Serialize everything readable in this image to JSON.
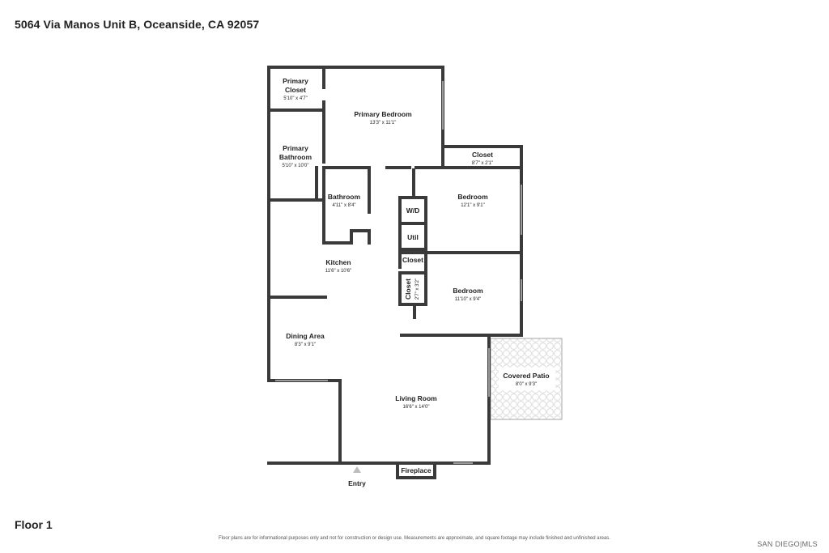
{
  "header": {
    "address": "5064 Via Manos Unit B, Oceanside, CA 92057"
  },
  "footer": {
    "floor_label": "Floor 1",
    "disclaimer": "Floor plans are for informational purposes only and not for construction or design use. Measurements are approximate, and square footage may include finished and unfinished areas.",
    "logo": "SAN DIEGO|MLS"
  },
  "colors": {
    "wall": "#3a3a3a",
    "patio_stroke": "#b5b5b5"
  },
  "rooms": {
    "primary_closet": {
      "name1": "Primary",
      "name2": "Closet",
      "dims": "5'10\" x 4'7\""
    },
    "primary_bedroom": {
      "name": "Primary Bedroom",
      "dims": "13'3\" x 11'1\""
    },
    "primary_bathroom": {
      "name1": "Primary",
      "name2": "Bathroom",
      "dims": "5'10\" x 10'0\""
    },
    "closet_top": {
      "name": "Closet",
      "dims": "8'7\" x 2'1\""
    },
    "bathroom": {
      "name": "Bathroom",
      "dims": "4'11\" x 8'4\""
    },
    "bedroom_upper": {
      "name": "Bedroom",
      "dims": "12'1\" x 9'1\""
    },
    "wd": {
      "name": "W/D"
    },
    "util": {
      "name": "Util"
    },
    "kitchen": {
      "name": "Kitchen",
      "dims": "11'6\" x 10'6\""
    },
    "closet_mid": {
      "name": "Closet"
    },
    "closet_small": {
      "name": "Closet",
      "dims": "2'7\" x 3'2\""
    },
    "bedroom_lower": {
      "name": "Bedroom",
      "dims": "11'10\" x 9'4\""
    },
    "dining_area": {
      "name": "Dining Area",
      "dims": "8'3\" x 9'1\""
    },
    "covered_patio": {
      "name": "Covered Patio",
      "dims": "8'0\" x 9'3\""
    },
    "living_room": {
      "name": "Living Room",
      "dims": "16'6\" x 14'0\""
    },
    "fireplace": {
      "name": "Fireplace"
    },
    "entry": {
      "name": "Entry"
    }
  }
}
